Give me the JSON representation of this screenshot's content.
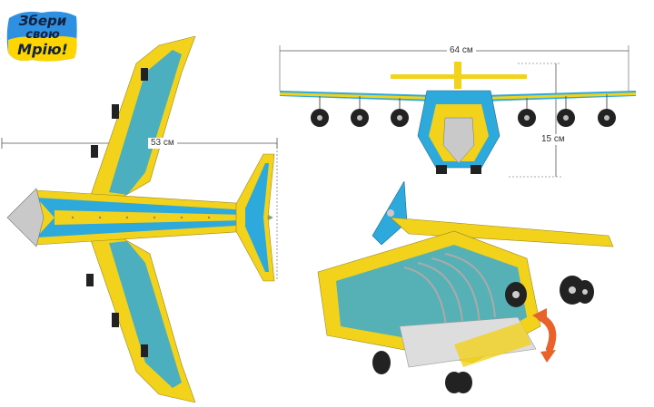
{
  "logo": {
    "line1": "Збери",
    "line2": "свою",
    "line3": "Мрію!"
  },
  "dimensions": {
    "top_view_length": "53 см",
    "front_view_width": "64 см",
    "front_view_height": "15 см"
  },
  "colors": {
    "yellow": "#f3d21c",
    "blue": "#2da9dc",
    "silver": "#c9c9c9",
    "dark": "#222222",
    "arrow": "#e8622a"
  }
}
